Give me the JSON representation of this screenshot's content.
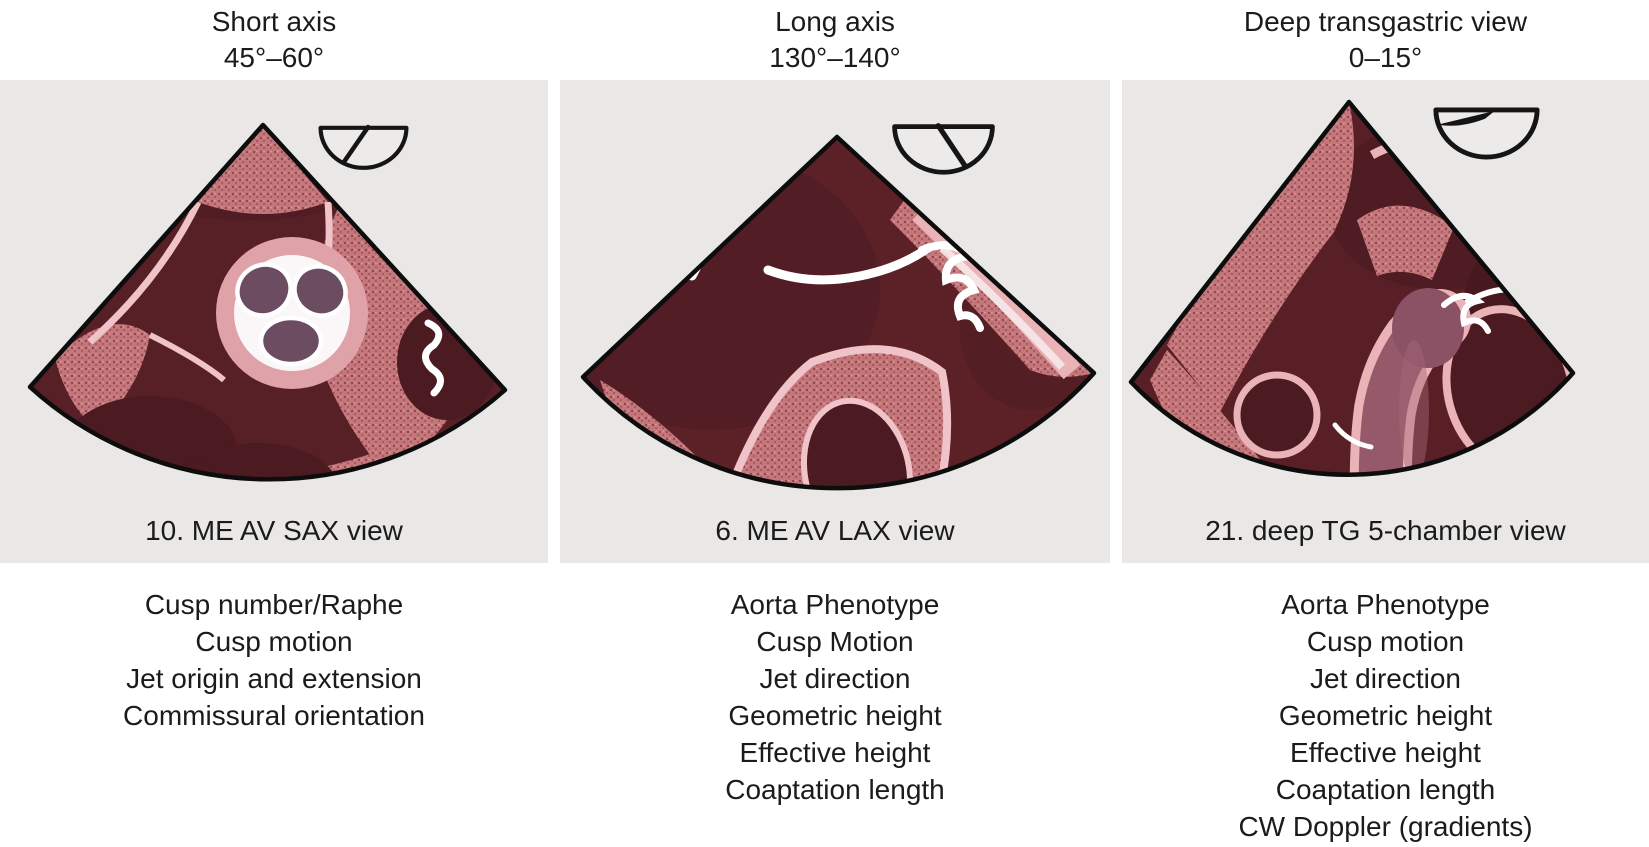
{
  "panels": [
    {
      "header": {
        "view": "Short axis",
        "angle_range": "45°–60°"
      },
      "probe_icon": "tee-multiplane-angle-45-60-icon",
      "caption": "10. ME AV SAX view",
      "features": [
        "Cusp number/Raphe",
        "Cusp motion",
        "Jet origin and extension",
        "Commissural orientation"
      ]
    },
    {
      "header": {
        "view": "Long axis",
        "angle_range": "130°–140°"
      },
      "probe_icon": "tee-multiplane-angle-130-140-icon",
      "caption": "6. ME AV LAX view",
      "features": [
        "Aorta Phenotype",
        "Cusp Motion",
        "Jet direction",
        "Geometric height",
        "Effective height",
        "Coaptation length"
      ]
    },
    {
      "header": {
        "view": "Deep transgastric view",
        "angle_range": "0–15°"
      },
      "probe_icon": "tee-multiplane-angle-0-15-icon",
      "caption": "21. deep TG 5-chamber view",
      "features": [
        "Aorta Phenotype",
        "Cusp motion",
        "Jet direction",
        "Geometric height",
        "Effective height",
        "Coaptation length",
        "CW Doppler (gradients)"
      ]
    }
  ],
  "colors": {
    "page_background": "#ffffff",
    "panel_background": "#e9e8e6",
    "text": "#1b1b1b",
    "sector_outline": "#0d0d0d",
    "chamber_dark": "#571f26",
    "chamber_darker": "#4c1b21",
    "myocardium_speckled_pink": "#c4777b",
    "wall_pale_pink": "#e9b3b7",
    "aorta_mauve": "#96596a",
    "valve_cusp_mauve": "#6b4c60",
    "leaflet_white": "#ffffff"
  }
}
